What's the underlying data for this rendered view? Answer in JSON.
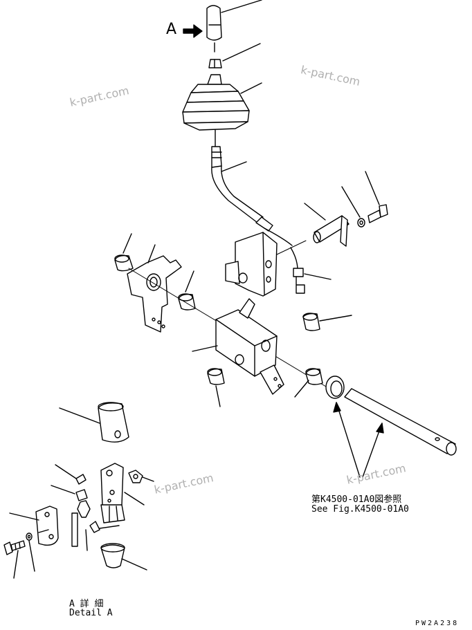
{
  "callout_a": "A",
  "reference": {
    "jp": "第K4500-01A0図参照",
    "en": "See Fig.K4500-01A0"
  },
  "detail": {
    "jp": "A 詳 細",
    "en": "Detail A"
  },
  "drawing_id": "PW2A238",
  "watermarks": [
    "k-part.com",
    "k-part.com",
    "k-part.com",
    "k-part.com"
  ]
}
